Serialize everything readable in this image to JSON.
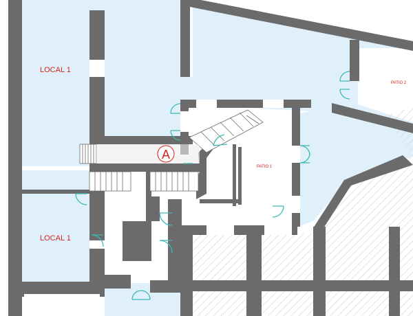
{
  "plan": {
    "rooms": [
      {
        "id": "local-1-top",
        "label": "LOCAL 1"
      },
      {
        "id": "local-1-bottom",
        "label": "LOCAL 1"
      },
      {
        "id": "patio-1",
        "label": "PATIO 1"
      },
      {
        "id": "patio-2",
        "label": "PATIO 2"
      }
    ],
    "marker": {
      "label": "A"
    },
    "colors": {
      "wall": "#6b6b6b",
      "room_fill": "#dff0fb",
      "hatch": "#c8c8c8",
      "door": "#3cb8b4",
      "label": "#d8221d"
    }
  }
}
